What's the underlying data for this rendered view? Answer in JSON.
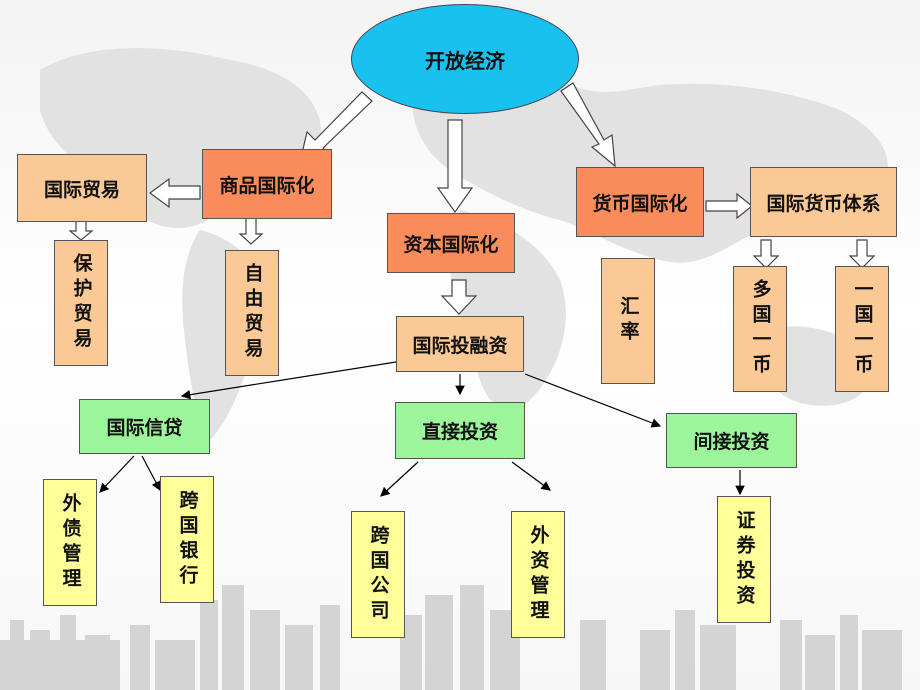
{
  "nodes": {
    "open_economy": "开放经济",
    "commodity_intl": "商品国际化",
    "intl_trade": "国际贸易",
    "protective_trade": "保护贸易",
    "free_trade": "自由贸易",
    "capital_intl": "资本国际化",
    "intl_investment_financing": "国际投融资",
    "currency_intl": "货币国际化",
    "intl_monetary_system": "国际货币体系",
    "exchange_rate": "汇率",
    "multi_country_currency": "多国一币",
    "one_country_currency": "一国一币",
    "intl_credit": "国际信贷",
    "direct_investment": "直接投资",
    "indirect_investment": "间接投资",
    "foreign_debt_mgmt": "外债管理",
    "multinational_bank": "跨国银行",
    "multinational_company": "跨国公司",
    "foreign_capital_mgmt": "外资管理",
    "securities_investment": "证券投资"
  },
  "colors": {
    "oval": "#19c2ee",
    "peach": "#fbc995",
    "orange": "#fa8c5c",
    "green": "#9cf59a",
    "yellow": "#ffff99"
  }
}
